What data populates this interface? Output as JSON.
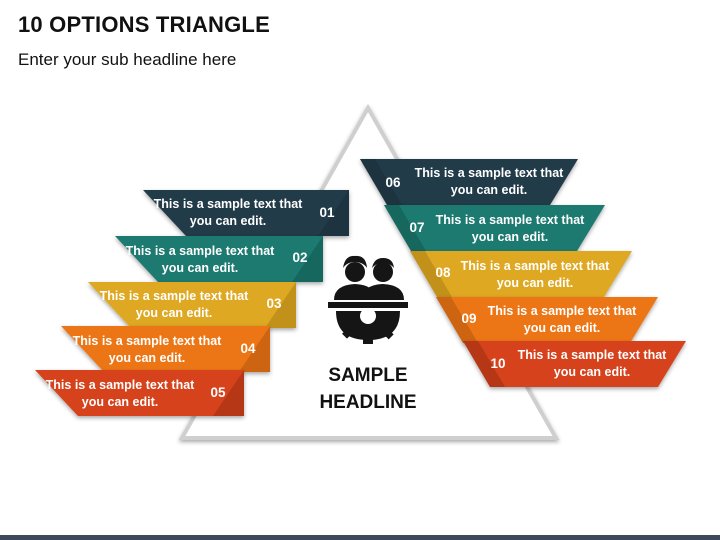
{
  "header": {
    "title": "10 OPTIONS TRIANGLE",
    "subtitle": "Enter your sub headline here"
  },
  "center": {
    "headline": "SAMPLE\nHEADLINE",
    "icon": "team-gear-icon"
  },
  "colors": {
    "navy": "#233a48",
    "teal": "#1c7a70",
    "yellow": "#dea824",
    "orange": "#ec7618",
    "red": "#d5431c"
  },
  "options": [
    {
      "num": "01",
      "text": "This is a sample text that you can edit.",
      "color": "#233a48"
    },
    {
      "num": "02",
      "text": "This is a sample text that you can edit.",
      "color": "#1c7a70"
    },
    {
      "num": "03",
      "text": "This is a sample text that you can edit.",
      "color": "#dea824"
    },
    {
      "num": "04",
      "text": "This is a sample text that you can edit.",
      "color": "#ec7618"
    },
    {
      "num": "05",
      "text": "This is a sample text that you can edit.",
      "color": "#d5431c"
    },
    {
      "num": "06",
      "text": "This is a sample text that you can edit.",
      "color": "#233a48"
    },
    {
      "num": "07",
      "text": "This is a sample text that you can edit.",
      "color": "#1c7a70"
    },
    {
      "num": "08",
      "text": "This is a sample text that you can edit.",
      "color": "#dea824"
    },
    {
      "num": "09",
      "text": "This is a sample text that you can edit.",
      "color": "#ec7618"
    },
    {
      "num": "10",
      "text": "This is a sample text that you can edit.",
      "color": "#d5431c"
    }
  ]
}
